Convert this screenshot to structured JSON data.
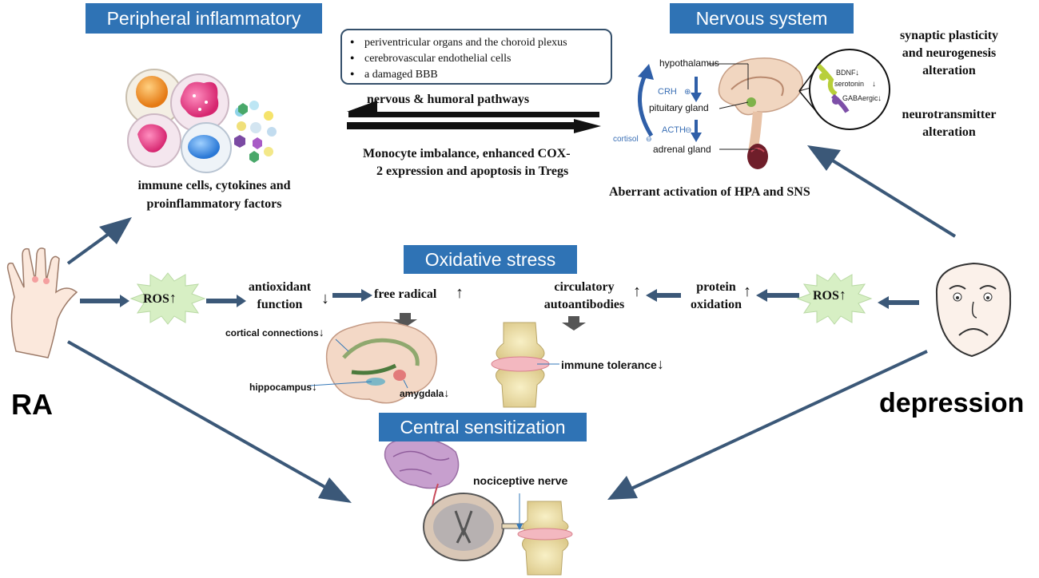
{
  "banners": {
    "peripheral": "Peripheral inflammatory",
    "nervous": "Nervous system",
    "oxidative": "Oxidative stress",
    "central": "Central sensitization"
  },
  "bbb_box": [
    "periventricular organs and the choroid plexus",
    "cerebrovascular endothelial cells",
    "a damaged BBB"
  ],
  "pathways": {
    "top_label": "nervous & humoral pathways",
    "bottom_label_1": "Monocyte imbalance, enhanced COX-",
    "bottom_label_2": "2 expression and apoptosis in Tregs"
  },
  "peripheral": {
    "caption_1": "immune cells, cytokines and",
    "caption_2": "proinflammatory factors"
  },
  "nervous": {
    "hypothalamus": "hypothalamus",
    "crh": "CRH",
    "pituitary": "pituitary gland",
    "acth": "ACTH",
    "cortisol": "cortisol",
    "adrenal": "adrenal gland",
    "bdnf": "BDNF",
    "serotonin": "serotonin",
    "gaba": "GABAergic",
    "caption": "Aberrant activation of HPA and SNS",
    "synaptic_1": "synaptic plasticity",
    "synaptic_2": "and neurogenesis",
    "synaptic_3": "alteration",
    "neuro_1": "neurotransmitter",
    "neuro_2": "alteration"
  },
  "oxidative": {
    "ros_left": "ROS",
    "ros_right": "ROS",
    "antioxidant_1": "antioxidant",
    "antioxidant_2": "function",
    "free_radical": "free radical",
    "circulatory_1": "circulatory",
    "circulatory_2": "autoantibodies",
    "protein_1": "protein",
    "protein_2": "oxidation",
    "cortical": "cortical connections",
    "hippocampus": "hippocampus",
    "amygdala": "amygdala",
    "immune_tolerance": "immune tolerance"
  },
  "central": {
    "nociceptive": "nociceptive nerve"
  },
  "nodes": {
    "ra": "RA",
    "depression": "depression"
  },
  "colors": {
    "banner": "#2f73b5",
    "arrow": "#3b5878",
    "ros_burst": "#d7efc4",
    "hpa_arrow": "#2f5fa8"
  },
  "icons": {
    "up": "↑",
    "down": "↓"
  }
}
